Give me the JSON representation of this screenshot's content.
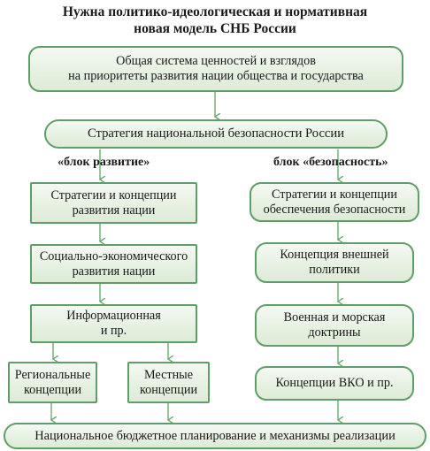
{
  "title": "Нужна политико-идеологическая и нормативная\nновая модель СНБ России",
  "values_box": "Общая система ценностей и взглядов\nна приоритеты развития нации общества и государства",
  "strategy_box": "Стратегия национальной безопасности России",
  "left_block_label": "«блок  развитие»",
  "right_block_label": "блок «безопасность»",
  "left_column": [
    "Стратегии и концепции\nразвития нации",
    "Социально-экономического\nразвития нации",
    "Информационная\nи пр."
  ],
  "left_bottom": [
    "Региональные\nконцепции",
    "Местные\nконцепции"
  ],
  "right_column": [
    "Стратегии и концепции\nобеспечения безопасности",
    "Концепция внешней\nполитики",
    "Военная и морская\nдоктрины",
    "Концепции ВКО и пр."
  ],
  "bottom_box": "Национальное бюджетное планирование и механизмы реализации",
  "colors": {
    "border": "#5f9e68",
    "fill_top": "#f4f9f2",
    "fill_bottom": "#dcebd6",
    "arrow": "#6aaa72"
  }
}
